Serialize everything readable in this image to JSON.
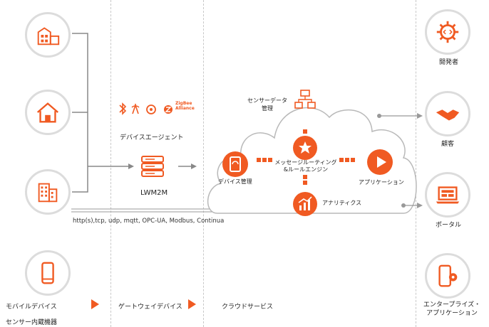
{
  "columns": {
    "mobile_device": "モバイルデバイス",
    "sensor": "センサー内蔵機器",
    "gateway_device": "ゲートウェイデバイス",
    "cloud_service": "クラウドサービス"
  },
  "gateway": {
    "device_agent": "デバイスエージェント",
    "lwm2m": "LWM2M",
    "zigbee": "ZigBee",
    "zigbee_sub": "Alliance"
  },
  "protocols": "http(s),tcp, udp, mqtt, OPC-UA, Modbus, Continua",
  "cloud": {
    "sensor_data": "センサーデータ\n管理",
    "device_mgmt": "デバイス管理",
    "msg_routing": "メッセージルーティング\n&ルールエンジン",
    "application": "アプリケーション",
    "analytics": "アナリティクス"
  },
  "right": {
    "developer": "開発者",
    "customer": "顧客",
    "portal": "ポータル",
    "enterprise_app": "エンタープライズ・\nアプリケーション"
  },
  "colors": {
    "accent": "#f05a22",
    "line": "#999999",
    "circle_border": "#dcdcdc"
  }
}
